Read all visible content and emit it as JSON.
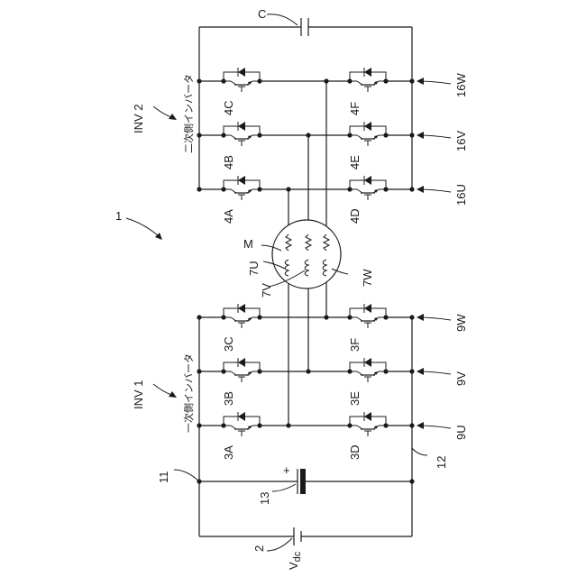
{
  "diagram": {
    "figure_ref": "1",
    "inverter_1": {
      "name": "INV 1",
      "label_jp": "一次側インバータ"
    },
    "inverter_2": {
      "name": "INV 2",
      "label_jp": "二次側インバータ"
    },
    "capacitor": "C",
    "motor": "M",
    "battery_ref": "2",
    "battery_voltage": "V",
    "battery_voltage_sub": "dc",
    "capacitor_13": "13",
    "plus_sign": "+",
    "lines": {
      "inv1_upper": "11",
      "inv1_lower": "12"
    },
    "switches_inv1": [
      "3A",
      "3B",
      "3C",
      "3D",
      "3E",
      "3F"
    ],
    "switches_inv2": [
      "4A",
      "4B",
      "4C",
      "4D",
      "4E",
      "4F"
    ],
    "terminals_inv1": [
      "9U",
      "9V",
      "9W"
    ],
    "terminals_inv2": [
      "16U",
      "16V",
      "16W"
    ],
    "windings": [
      "7U",
      "7V",
      "7W"
    ]
  }
}
